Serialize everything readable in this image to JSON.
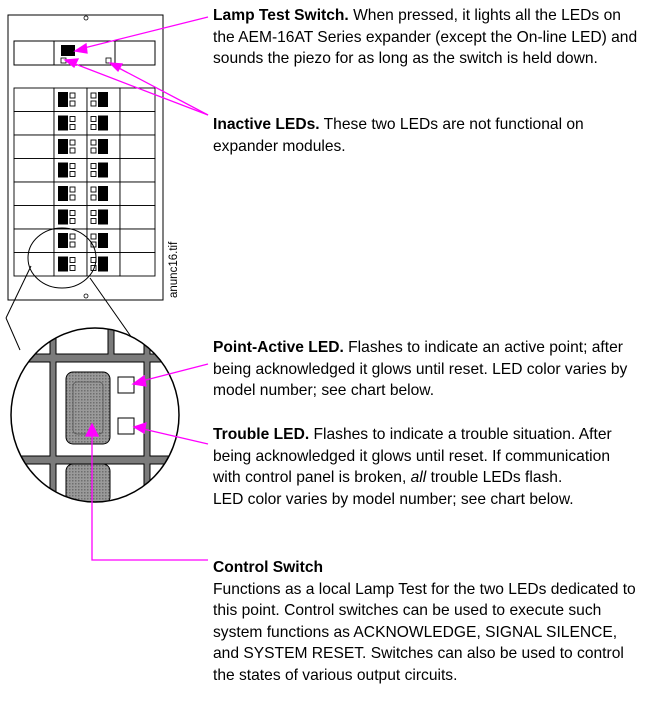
{
  "figure": {
    "vertical_label": "anunc16.tif",
    "leader_color": "#ff00ff"
  },
  "callouts": {
    "lamp_test": {
      "title": "Lamp Test Switch.",
      "text": " When pressed, it lights all the LEDs on the AEM-16AT Series expander (except the On-line LED) and sounds the piezo for as long as the switch is held down."
    },
    "inactive_leds": {
      "title": "Inactive LEDs.",
      "text": " These two LEDs are not functional on expander modules."
    },
    "point_active": {
      "title": "Point-Active LED.",
      "text": " Flashes to indicate an active point; after being acknowledged it glows until reset. LED color varies by model number; see chart below."
    },
    "trouble": {
      "title": "Trouble LED.",
      "text_a": " Flashes to indicate a trouble situation. After being acknowledged it glows until reset. If communication with control panel is broken, ",
      "text_em": "all",
      "text_b": " trouble LEDs flash.",
      "text_c": "LED color varies by model number; see chart below."
    },
    "control_switch": {
      "title": "Control Switch",
      "text": "Functions as a local Lamp Test for the two LEDs dedicated to this point. Control switches can be used to execute such system functions as ACKNOWLEDGE, SIGNAL SILENCE, and SYSTEM RESET. Switches can also be used to control the states of various output circuits."
    }
  }
}
